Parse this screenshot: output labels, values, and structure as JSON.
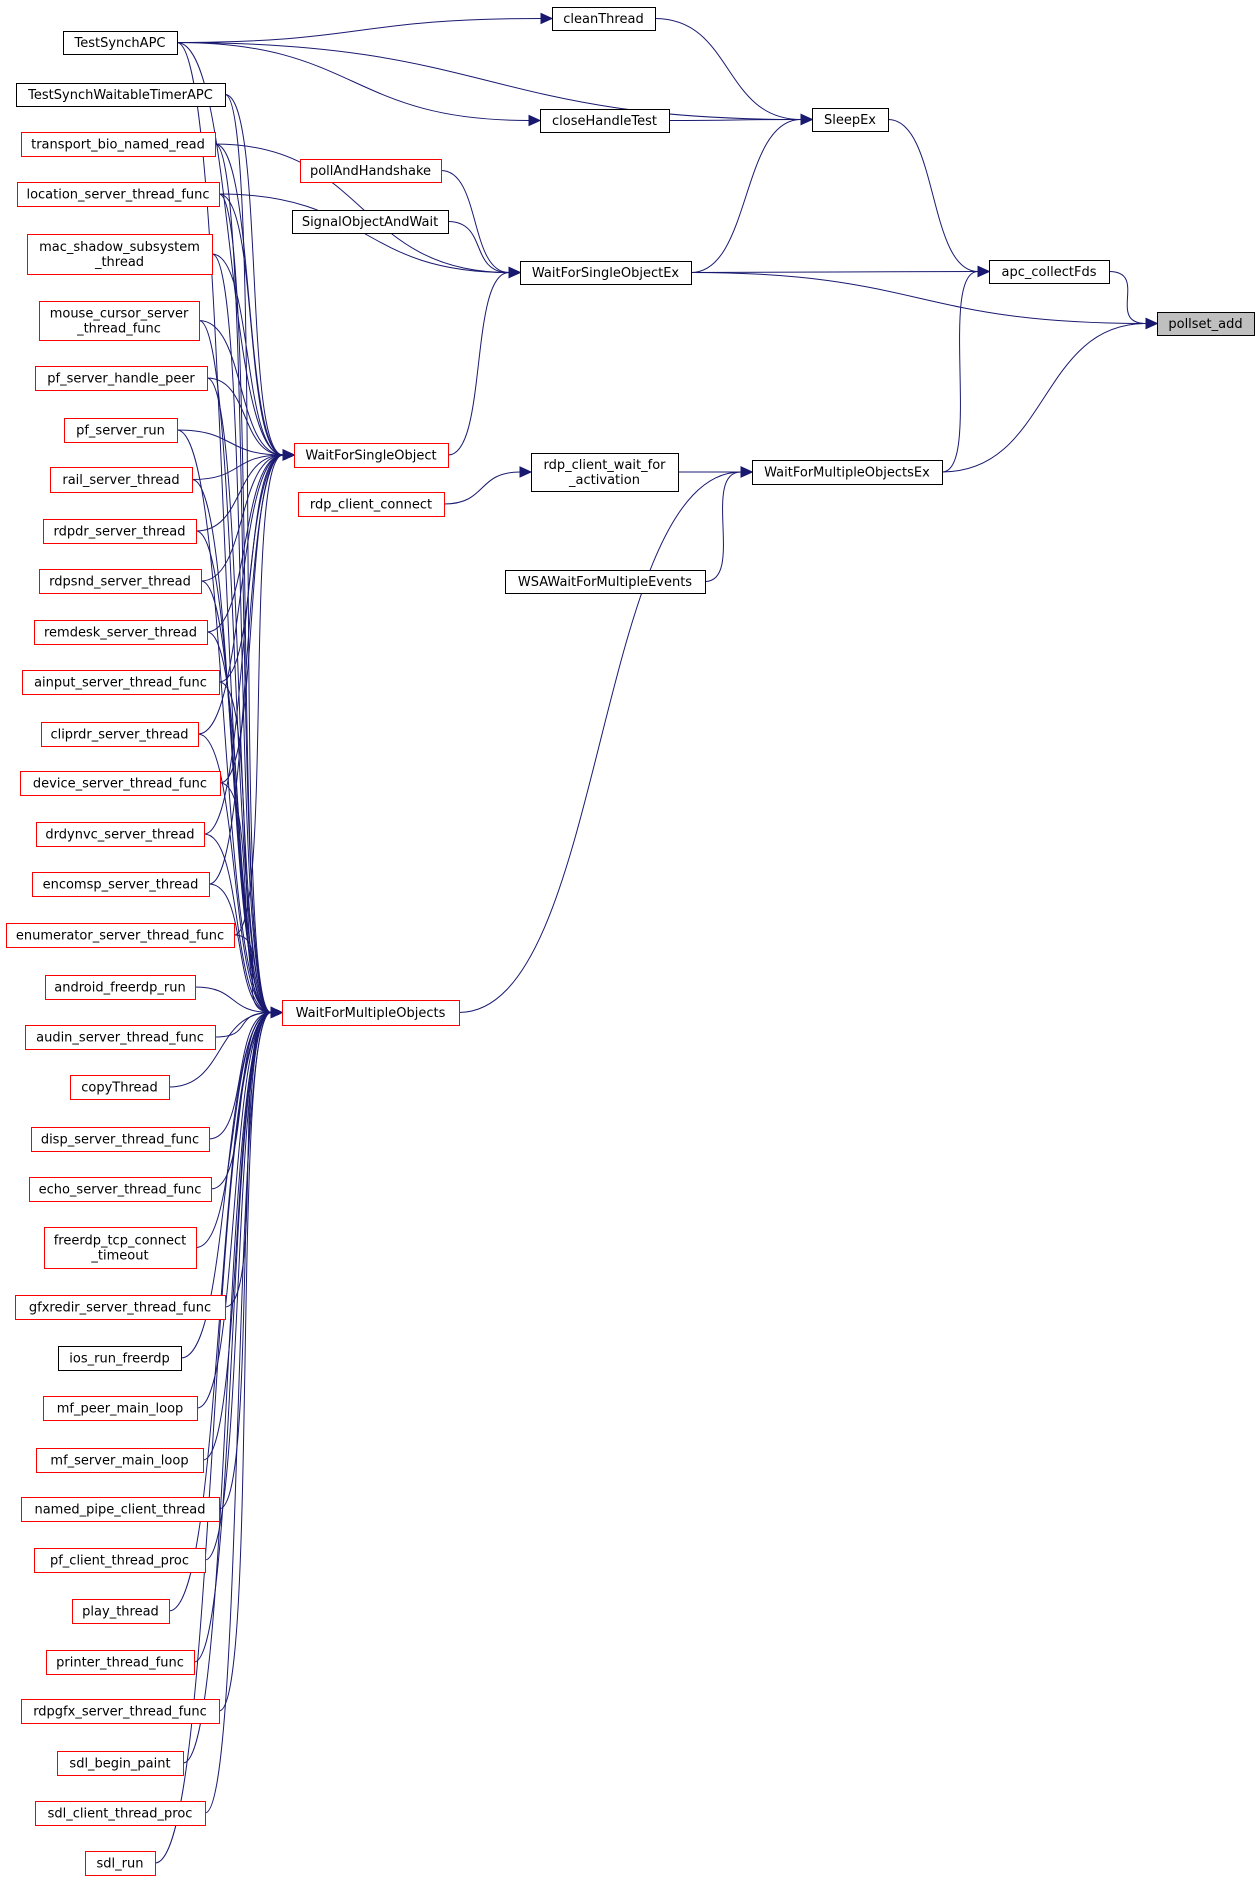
{
  "diagram": {
    "colors": {
      "edge": "#191970",
      "link_border": "#000000",
      "truncated_border": "#ff0000",
      "root_fill": "#bfbfbf",
      "node_fill": "#ffffff"
    },
    "nodes": {
      "pollset_add": {
        "lines": [
          "pollset_add"
        ],
        "style": "root"
      },
      "apc_collectFds": {
        "lines": [
          "apc_collectFds"
        ],
        "style": "link"
      },
      "SleepEx": {
        "lines": [
          "SleepEx"
        ],
        "style": "link"
      },
      "cleanThread": {
        "lines": [
          "cleanThread"
        ],
        "style": "link"
      },
      "closeHandleTest": {
        "lines": [
          "closeHandleTest"
        ],
        "style": "link"
      },
      "TestSynchAPC": {
        "lines": [
          "TestSynchAPC"
        ],
        "style": "link"
      },
      "TestSynchWaitableTimerAPC": {
        "lines": [
          "TestSynchWaitableTimerAPC"
        ],
        "style": "link"
      },
      "WaitForSingleObjectEx": {
        "lines": [
          "WaitForSingleObjectEx"
        ],
        "style": "link"
      },
      "pollAndHandshake": {
        "lines": [
          "pollAndHandshake"
        ],
        "style": "truncated"
      },
      "SignalObjectAndWait": {
        "lines": [
          "SignalObjectAndWait"
        ],
        "style": "link"
      },
      "WaitForSingleObject": {
        "lines": [
          "WaitForSingleObject"
        ],
        "style": "truncated"
      },
      "WaitForMultipleObjectsEx": {
        "lines": [
          "WaitForMultipleObjectsEx"
        ],
        "style": "link"
      },
      "rdp_client_wait_for_activation": {
        "lines": [
          "rdp_client_wait_for",
          "_activation"
        ],
        "style": "link"
      },
      "rdp_client_connect": {
        "lines": [
          "rdp_client_connect"
        ],
        "style": "truncated"
      },
      "WSAWaitForMultipleEvents": {
        "lines": [
          "WSAWaitForMultipleEvents"
        ],
        "style": "link"
      },
      "WaitForMultipleObjects": {
        "lines": [
          "WaitForMultipleObjects"
        ],
        "style": "truncated"
      },
      "transport_bio_named_read": {
        "lines": [
          "transport_bio_named_read"
        ],
        "style": "truncated"
      },
      "location_server_thread_func": {
        "lines": [
          "location_server_thread_func"
        ],
        "style": "truncated"
      },
      "mac_shadow_subsystem_thread": {
        "lines": [
          "mac_shadow_subsystem",
          "_thread"
        ],
        "style": "truncated"
      },
      "mouse_cursor_server_thread_func": {
        "lines": [
          "mouse_cursor_server",
          "_thread_func"
        ],
        "style": "truncated"
      },
      "pf_server_handle_peer": {
        "lines": [
          "pf_server_handle_peer"
        ],
        "style": "truncated"
      },
      "pf_server_run": {
        "lines": [
          "pf_server_run"
        ],
        "style": "truncated"
      },
      "rail_server_thread": {
        "lines": [
          "rail_server_thread"
        ],
        "style": "truncated"
      },
      "rdpdr_server_thread": {
        "lines": [
          "rdpdr_server_thread"
        ],
        "style": "truncated"
      },
      "rdpsnd_server_thread": {
        "lines": [
          "rdpsnd_server_thread"
        ],
        "style": "truncated"
      },
      "remdesk_server_thread": {
        "lines": [
          "remdesk_server_thread"
        ],
        "style": "truncated"
      },
      "ainput_server_thread_func": {
        "lines": [
          "ainput_server_thread_func"
        ],
        "style": "truncated"
      },
      "cliprdr_server_thread": {
        "lines": [
          "cliprdr_server_thread"
        ],
        "style": "truncated"
      },
      "device_server_thread_func": {
        "lines": [
          "device_server_thread_func"
        ],
        "style": "truncated"
      },
      "drdynvc_server_thread": {
        "lines": [
          "drdynvc_server_thread"
        ],
        "style": "truncated"
      },
      "encomsp_server_thread": {
        "lines": [
          "encomsp_server_thread"
        ],
        "style": "truncated"
      },
      "enumerator_server_thread_func": {
        "lines": [
          "enumerator_server_thread_func"
        ],
        "style": "truncated"
      },
      "android_freerdp_run": {
        "lines": [
          "android_freerdp_run"
        ],
        "style": "truncated"
      },
      "audin_server_thread_func": {
        "lines": [
          "audin_server_thread_func"
        ],
        "style": "truncated"
      },
      "copyThread": {
        "lines": [
          "copyThread"
        ],
        "style": "truncated"
      },
      "disp_server_thread_func": {
        "lines": [
          "disp_server_thread_func"
        ],
        "style": "truncated"
      },
      "echo_server_thread_func": {
        "lines": [
          "echo_server_thread_func"
        ],
        "style": "truncated"
      },
      "freerdp_tcp_connect_timeout": {
        "lines": [
          "freerdp_tcp_connect",
          "_timeout"
        ],
        "style": "truncated"
      },
      "gfxredir_server_thread_func": {
        "lines": [
          "gfxredir_server_thread_func"
        ],
        "style": "truncated"
      },
      "ios_run_freerdp": {
        "lines": [
          "ios_run_freerdp"
        ],
        "style": "link"
      },
      "mf_peer_main_loop": {
        "lines": [
          "mf_peer_main_loop"
        ],
        "style": "truncated"
      },
      "mf_server_main_loop": {
        "lines": [
          "mf_server_main_loop"
        ],
        "style": "truncated"
      },
      "named_pipe_client_thread": {
        "lines": [
          "named_pipe_client_thread"
        ],
        "style": "truncated"
      },
      "pf_client_thread_proc": {
        "lines": [
          "pf_client_thread_proc"
        ],
        "style": "truncated"
      },
      "play_thread": {
        "lines": [
          "play_thread"
        ],
        "style": "truncated"
      },
      "printer_thread_func": {
        "lines": [
          "printer_thread_func"
        ],
        "style": "truncated"
      },
      "rdpgfx_server_thread_func": {
        "lines": [
          "rdpgfx_server_thread_func"
        ],
        "style": "truncated"
      },
      "sdl_begin_paint": {
        "lines": [
          "sdl_begin_paint"
        ],
        "style": "truncated"
      },
      "sdl_client_thread_proc": {
        "lines": [
          "sdl_client_thread_proc"
        ],
        "style": "truncated"
      },
      "sdl_run": {
        "lines": [
          "sdl_run"
        ],
        "style": "truncated"
      }
    },
    "edges": [
      [
        "apc_collectFds",
        "pollset_add"
      ],
      [
        "WaitForSingleObjectEx",
        "pollset_add"
      ],
      [
        "WaitForMultipleObjectsEx",
        "pollset_add"
      ],
      [
        "SleepEx",
        "apc_collectFds"
      ],
      [
        "WaitForSingleObjectEx",
        "apc_collectFds"
      ],
      [
        "WaitForMultipleObjectsEx",
        "apc_collectFds"
      ],
      [
        "cleanThread",
        "SleepEx"
      ],
      [
        "closeHandleTest",
        "SleepEx"
      ],
      [
        "TestSynchAPC",
        "SleepEx"
      ],
      [
        "WaitForSingleObjectEx",
        "SleepEx"
      ],
      [
        "TestSynchAPC",
        "cleanThread"
      ],
      [
        "TestSynchAPC",
        "closeHandleTest"
      ],
      [
        "pollAndHandshake",
        "WaitForSingleObjectEx"
      ],
      [
        "SignalObjectAndWait",
        "WaitForSingleObjectEx"
      ],
      [
        "WaitForSingleObject",
        "WaitForSingleObjectEx"
      ],
      [
        "location_server_thread_func",
        "WaitForSingleObjectEx"
      ],
      [
        "transport_bio_named_read",
        "WaitForSingleObjectEx"
      ],
      [
        "TestSynchAPC",
        "WaitForSingleObject"
      ],
      [
        "TestSynchWaitableTimerAPC",
        "WaitForSingleObject"
      ],
      [
        "transport_bio_named_read",
        "WaitForSingleObject"
      ],
      [
        "location_server_thread_func",
        "WaitForSingleObject"
      ],
      [
        "mac_shadow_subsystem_thread",
        "WaitForSingleObject"
      ],
      [
        "mouse_cursor_server_thread_func",
        "WaitForSingleObject"
      ],
      [
        "pf_server_handle_peer",
        "WaitForSingleObject"
      ],
      [
        "pf_server_run",
        "WaitForSingleObject"
      ],
      [
        "rail_server_thread",
        "WaitForSingleObject"
      ],
      [
        "rdpdr_server_thread",
        "WaitForSingleObject"
      ],
      [
        "rdpsnd_server_thread",
        "WaitForSingleObject"
      ],
      [
        "remdesk_server_thread",
        "WaitForSingleObject"
      ],
      [
        "ainput_server_thread_func",
        "WaitForSingleObject"
      ],
      [
        "cliprdr_server_thread",
        "WaitForSingleObject"
      ],
      [
        "device_server_thread_func",
        "WaitForSingleObject"
      ],
      [
        "drdynvc_server_thread",
        "WaitForSingleObject"
      ],
      [
        "encomsp_server_thread",
        "WaitForSingleObject"
      ],
      [
        "enumerator_server_thread_func",
        "WaitForSingleObject"
      ],
      [
        "rdp_client_wait_for_activation",
        "WaitForMultipleObjectsEx"
      ],
      [
        "WSAWaitForMultipleEvents",
        "WaitForMultipleObjectsEx"
      ],
      [
        "WaitForMultipleObjects",
        "WaitForMultipleObjectsEx"
      ],
      [
        "rdp_client_connect",
        "rdp_client_wait_for_activation"
      ],
      [
        "TestSynchAPC",
        "WaitForMultipleObjects"
      ],
      [
        "TestSynchWaitableTimerAPC",
        "WaitForMultipleObjects"
      ],
      [
        "transport_bio_named_read",
        "WaitForMultipleObjects"
      ],
      [
        "location_server_thread_func",
        "WaitForMultipleObjects"
      ],
      [
        "mac_shadow_subsystem_thread",
        "WaitForMultipleObjects"
      ],
      [
        "mouse_cursor_server_thread_func",
        "WaitForMultipleObjects"
      ],
      [
        "pf_server_handle_peer",
        "WaitForMultipleObjects"
      ],
      [
        "pf_server_run",
        "WaitForMultipleObjects"
      ],
      [
        "rail_server_thread",
        "WaitForMultipleObjects"
      ],
      [
        "rdpdr_server_thread",
        "WaitForMultipleObjects"
      ],
      [
        "rdpsnd_server_thread",
        "WaitForMultipleObjects"
      ],
      [
        "remdesk_server_thread",
        "WaitForMultipleObjects"
      ],
      [
        "ainput_server_thread_func",
        "WaitForMultipleObjects"
      ],
      [
        "cliprdr_server_thread",
        "WaitForMultipleObjects"
      ],
      [
        "device_server_thread_func",
        "WaitForMultipleObjects"
      ],
      [
        "drdynvc_server_thread",
        "WaitForMultipleObjects"
      ],
      [
        "encomsp_server_thread",
        "WaitForMultipleObjects"
      ],
      [
        "enumerator_server_thread_func",
        "WaitForMultipleObjects"
      ],
      [
        "android_freerdp_run",
        "WaitForMultipleObjects"
      ],
      [
        "audin_server_thread_func",
        "WaitForMultipleObjects"
      ],
      [
        "copyThread",
        "WaitForMultipleObjects"
      ],
      [
        "disp_server_thread_func",
        "WaitForMultipleObjects"
      ],
      [
        "echo_server_thread_func",
        "WaitForMultipleObjects"
      ],
      [
        "freerdp_tcp_connect_timeout",
        "WaitForMultipleObjects"
      ],
      [
        "gfxredir_server_thread_func",
        "WaitForMultipleObjects"
      ],
      [
        "ios_run_freerdp",
        "WaitForMultipleObjects"
      ],
      [
        "mf_peer_main_loop",
        "WaitForMultipleObjects"
      ],
      [
        "mf_server_main_loop",
        "WaitForMultipleObjects"
      ],
      [
        "named_pipe_client_thread",
        "WaitForMultipleObjects"
      ],
      [
        "pf_client_thread_proc",
        "WaitForMultipleObjects"
      ],
      [
        "play_thread",
        "WaitForMultipleObjects"
      ],
      [
        "printer_thread_func",
        "WaitForMultipleObjects"
      ],
      [
        "rdpgfx_server_thread_func",
        "WaitForMultipleObjects"
      ],
      [
        "sdl_begin_paint",
        "WaitForMultipleObjects"
      ],
      [
        "sdl_client_thread_proc",
        "WaitForMultipleObjects"
      ],
      [
        "sdl_run",
        "WaitForMultipleObjects"
      ]
    ]
  }
}
